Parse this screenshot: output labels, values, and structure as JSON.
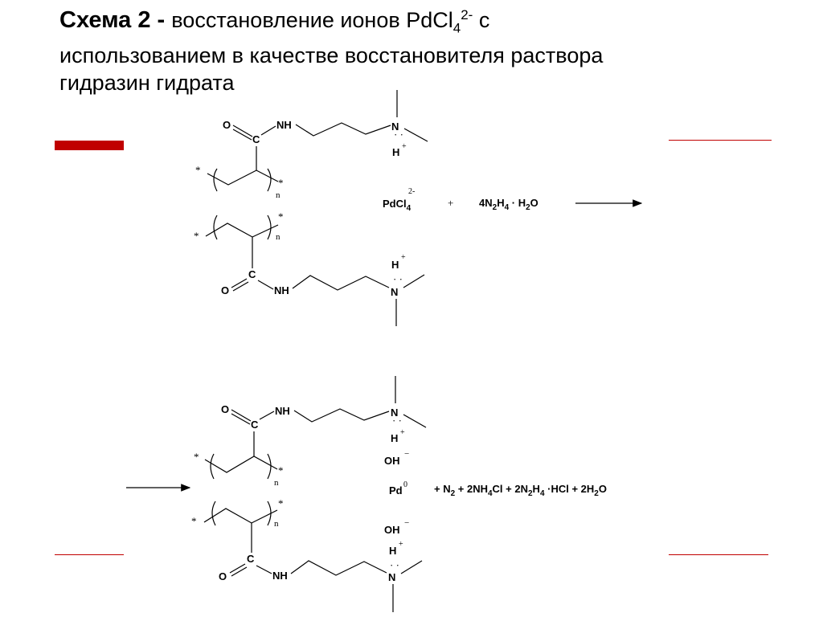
{
  "title": {
    "bold": "Схема 2",
    "dash": " - ",
    "line1": "восстановление ионов PdCl",
    "sub": "4",
    "sup": "2-",
    "after": " с",
    "line2": "использованием в качестве восстановителя раствора",
    "line3": "гидразин гидрата"
  },
  "labels": {
    "O": "O",
    "C": "C",
    "NH": "NH",
    "N": "N",
    "H": "H",
    "plus_sup": "+",
    "minus_sup": "−",
    "n": "n",
    "star": "*",
    "dots": "· ·",
    "OH": "OH"
  },
  "reaction1": {
    "pdcl": "PdCl",
    "pdcl_sub": "4",
    "pdcl_charge": "2-",
    "plus": "+",
    "reagent": "4N",
    "reagent_sub1": "2",
    "reagent_h": "H",
    "reagent_sub2": "4",
    "reagent_dot": " · H",
    "reagent_sub3": "2",
    "reagent_o": "O"
  },
  "reaction2": {
    "pd": "Pd",
    "pd_sup": "0",
    "products": "+ N",
    "n2_sub": "2",
    "p2": " + 2NH",
    "p2_sub": "4",
    "p2_end": "Cl  +  2N",
    "p3_sub1": "2",
    "p3_h": "H",
    "p3_sub2": "4",
    "p3_end": " ·HCl  +  2H",
    "p4_sub": "2",
    "p4_end": "O"
  },
  "colors": {
    "accent": "#c00000",
    "text": "#000000"
  }
}
